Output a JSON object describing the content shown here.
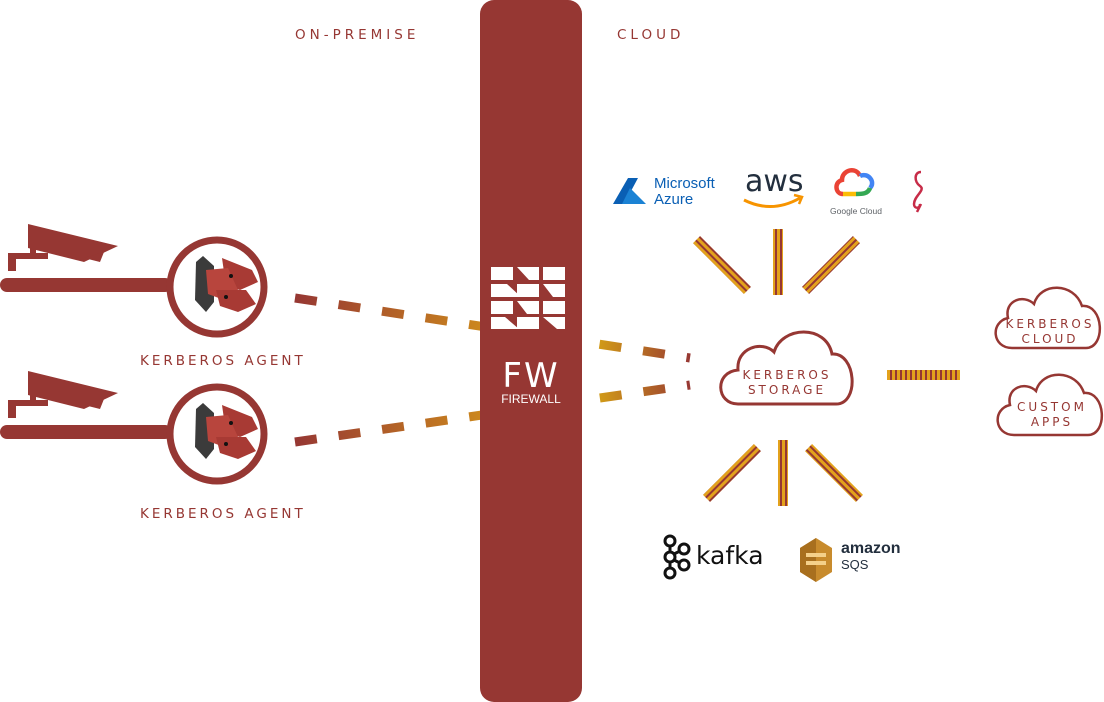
{
  "zones": {
    "left": "ON-PREMISE",
    "right": "CLOUD"
  },
  "firewall": {
    "short": "FW",
    "long": "FIREWALL"
  },
  "agents": [
    {
      "label": "KERBEROS AGENT"
    },
    {
      "label": "KERBEROS AGENT"
    }
  ],
  "storage": {
    "line1": "KERBEROS",
    "line2": "STORAGE"
  },
  "targets": [
    {
      "line1": "KERBEROS",
      "line2": "CLOUD"
    },
    {
      "line1": "CUSTOM",
      "line2": "APPS"
    }
  ],
  "providers": {
    "azure": {
      "line1": "Microsoft",
      "line2": "Azure"
    },
    "aws": {
      "name": "aws"
    },
    "gcp": {
      "name": "Google Cloud"
    },
    "minio": {
      "icon": "flamingo-icon"
    }
  },
  "queues": {
    "kafka": {
      "name": "kafka"
    },
    "sqs": {
      "line1": "amazon",
      "line2": "SQS"
    }
  },
  "colors": {
    "brand": "#963733",
    "gold": "#e0a21c",
    "azure_blue": "#0a5fb4",
    "sqs_gold": "#c88b2d"
  }
}
